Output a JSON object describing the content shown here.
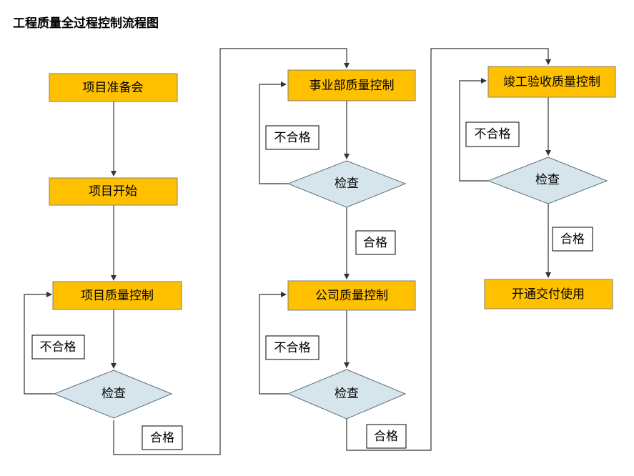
{
  "title": "工程质量全过程控制流程图",
  "nodes": {
    "prep_meeting": "项目准备会",
    "project_start": "项目开始",
    "project_qc": "项目质量控制",
    "check1": "检查",
    "dept_qc": "事业部质量控制",
    "check2": "检查",
    "company_qc": "公司质量控制",
    "check3": "检查",
    "completion_qc": "竣工验收质量控制",
    "check4": "检查",
    "handover": "开通交付使用"
  },
  "labels": {
    "fail1": "不合格",
    "pass1": "合格",
    "fail2": "不合格",
    "pass2": "合格",
    "fail3": "不合格",
    "pass3": "合格",
    "fail4": "不合格",
    "pass4": "合格"
  },
  "colors": {
    "process_fill": "#FFC000",
    "decision_fill": "#D6E4EC"
  }
}
